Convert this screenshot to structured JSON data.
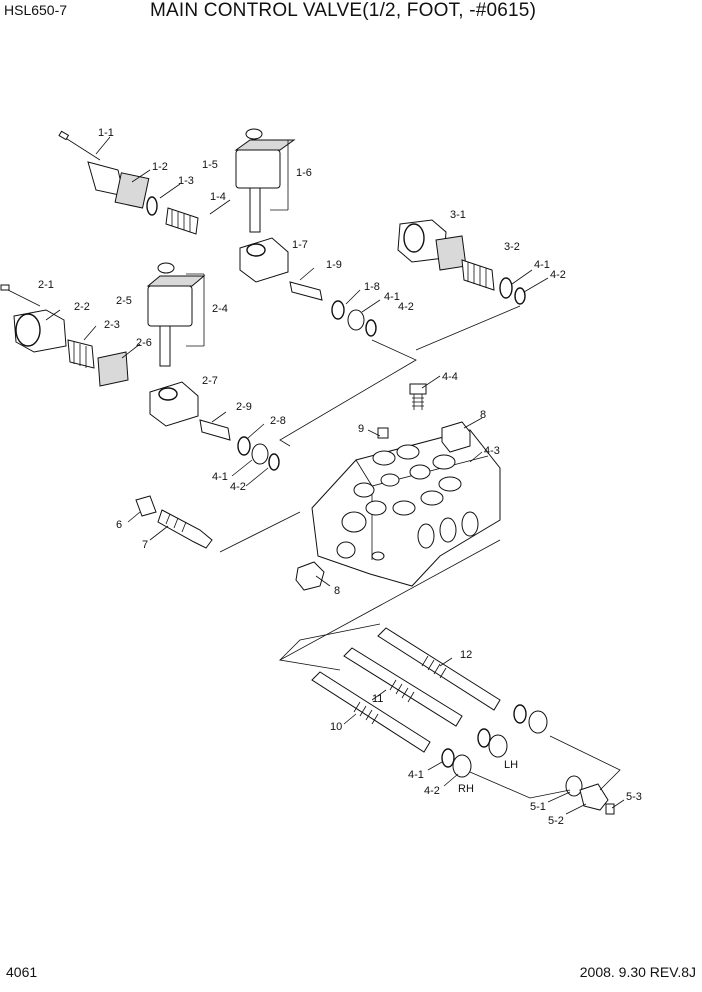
{
  "header": {
    "model": "HSL650-7",
    "title": "MAIN CONTROL VALVE(1/2, FOOT, -#0615)"
  },
  "footer": {
    "page": "4061",
    "revision": "2008. 9.30  REV.8J"
  },
  "callouts": {
    "c1_1": "1-1",
    "c1_2": "1-2",
    "c1_3": "1-3",
    "c1_4": "1-4",
    "c1_5": "1-5",
    "c1_6": "1-6",
    "c1_7": "1-7",
    "c1_8": "1-8",
    "c1_9": "1-9",
    "c2_1": "2-1",
    "c2_2": "2-2",
    "c2_3": "2-3",
    "c2_4": "2-4",
    "c2_5": "2-5",
    "c2_6": "2-6",
    "c2_7": "2-7",
    "c2_8": "2-8",
    "c2_9": "2-9",
    "c3_1": "3-1",
    "c3_2": "3-2",
    "c4_1a": "4-1",
    "c4_2a": "4-2",
    "c4_1b": "4-1",
    "c4_2b": "4-2",
    "c4_1c": "4-1",
    "c4_2c": "4-2",
    "c4_1d": "4-1",
    "c4_2d": "4-2",
    "c4_3": "4-3",
    "c4_4": "4-4",
    "c5_1": "5-1",
    "c5_2": "5-2",
    "c5_3": "5-3",
    "c6": "6",
    "c7": "7",
    "c8a": "8",
    "c8b": "8",
    "c9": "9",
    "c10": "10",
    "c11": "11",
    "c12": "12",
    "lh": "LH",
    "rh": "RH"
  }
}
